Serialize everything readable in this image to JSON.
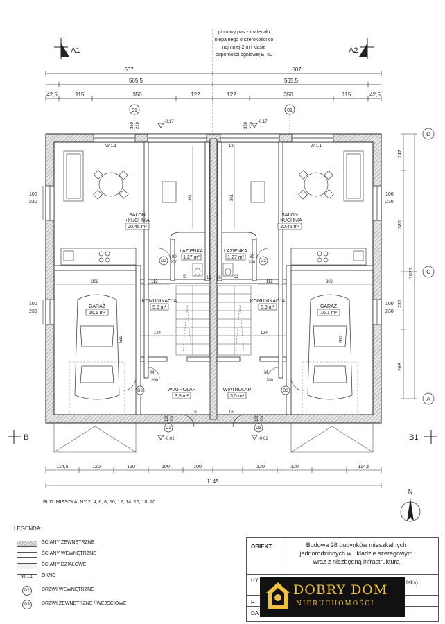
{
  "note": {
    "lines": [
      "pionowy pas z materiału",
      "niepalnego o szerokości co",
      "najmniej 2 m i klasie",
      "odporności ogniowej EI 60"
    ]
  },
  "section_marks": {
    "a1": "A1",
    "a2": "A2",
    "b": "B",
    "b1": "B1"
  },
  "axis_marks": {
    "a": "A",
    "c": "C",
    "d": "D"
  },
  "top_dims": {
    "row1": [
      "607",
      "607"
    ],
    "row2": [
      "565,5",
      "565,5"
    ],
    "row3": [
      "42,5",
      "115",
      "350",
      "122",
      "122",
      "350",
      "115",
      "42,5"
    ]
  },
  "bottom_dims": {
    "row1": [
      "114,5",
      "120",
      "120",
      "100",
      "100",
      "120",
      "120",
      "114,5"
    ],
    "total": "1145"
  },
  "right_dims": {
    "parts": [
      "142",
      "380",
      "230",
      "268"
    ],
    "total": "1020"
  },
  "left_dims": {
    "w1": [
      "100",
      "230"
    ],
    "w2": [
      "100",
      "230"
    ]
  },
  "rooms": {
    "salon_l": {
      "name1": "SALON",
      "name2": "+KUCHNIA",
      "area": "20,45 m²"
    },
    "salon_r": {
      "name1": "SALON",
      "name2": "+KUCHNIA",
      "area": "20,45 m²"
    },
    "lazienka_l": {
      "name": "ŁAZIENKA",
      "area": "1,27 m²"
    },
    "lazienka_r": {
      "name": "ŁAZIENKA",
      "area": "1,27 m²"
    },
    "garaz_l": {
      "name": "GARAŻ",
      "area": "16,1 m²"
    },
    "garaz_r": {
      "name": "GARAŻ",
      "area": "16,1 m²"
    },
    "komunikacja_l": {
      "name": "KOMUNIKACJA",
      "area": "5,5 m²"
    },
    "komunikacja_r": {
      "name": "KOMUNIKACJA",
      "area": "5,5 m²"
    },
    "wiatrolap_l": {
      "name": "WIATROŁAP",
      "area": "3,5 m²"
    },
    "wiatrolap_r": {
      "name": "WIATROŁAP",
      "area": "3,5 m²"
    }
  },
  "tags": {
    "window": "W-1.1",
    "d2": "D2",
    "d3": "D3",
    "axis01": "01",
    "level_top": "-0,17",
    "level_bottom": "-0,02"
  },
  "inner_dims": {
    "d361": "361",
    "d302": "302",
    "d112": "112",
    "d124": "124",
    "d532": "532",
    "d80": "80",
    "d200": "200",
    "d16": "16",
    "d350": "350",
    "d210": "210",
    "d100": "100",
    "d18": "18",
    "d15": "15"
  },
  "bud_line": "BUD. MIESZKALNY 2, 4, 6, 8, 10, 12, 14, 16, 18, 20",
  "north": "N",
  "legend": {
    "title": "LEGENDA:",
    "items": [
      "ŚCIANY ZEWNĘTRZNE",
      "ŚCIANY WEWNĘTRZNE",
      "ŚCIANY DZIAŁOWE",
      "OKNO",
      "DRZWI WEWNĘTRZNE",
      "DRZWI ZEWNĘTRZNE / WEJŚCIOWE"
    ],
    "okno_tag": "W-1.1",
    "d2_tag": "D2",
    "d3_tag": "D3"
  },
  "titlebox": {
    "obiekt_label": "OBIEKT:",
    "obiekt_lines": [
      "Budowa 28 budynków mieszkalnych",
      "jednorodzinnych w układzie szeregowym",
      "wraz z niezbędną infrastrukturą"
    ],
    "row2_fragment": "RY",
    "row3_fragment": "R",
    "row4_fragment": "DA",
    "tail_fragment": "leks)"
  },
  "brand": {
    "main": "DOBRY DOM",
    "sub": "NIERUCHOMOŚCI"
  }
}
